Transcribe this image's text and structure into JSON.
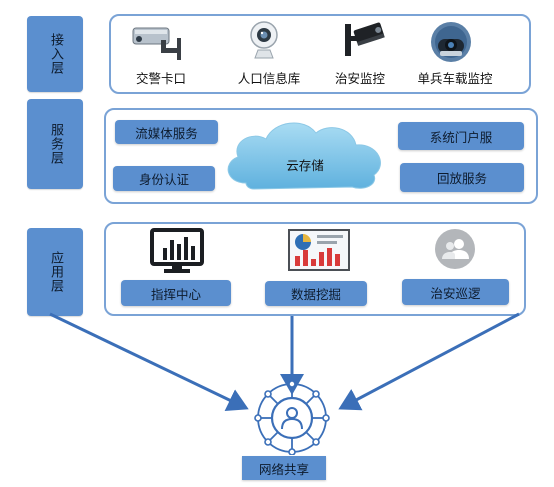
{
  "layers": {
    "access": "接入层",
    "service": "服务层",
    "application": "应用层"
  },
  "access_items": [
    {
      "label": "交警卡口",
      "icon": "traffic-camera-icon"
    },
    {
      "label": "人口信息库",
      "icon": "webcam-icon"
    },
    {
      "label": "治安监控",
      "icon": "cctv-camera-icon"
    },
    {
      "label": "单兵车载监控",
      "icon": "dome-camera-icon"
    }
  ],
  "service_items": {
    "streaming": "流媒体服务",
    "identity": "身份认证",
    "cloud": "云存储",
    "portal": "系统门户服",
    "playback": "回放服务"
  },
  "application_items": [
    {
      "label": "指挥中心",
      "icon": "monitor-chart-icon"
    },
    {
      "label": "数据挖掘",
      "icon": "analytics-board-icon"
    },
    {
      "label": "治安巡逻",
      "icon": "user-group-icon"
    }
  ],
  "network": {
    "label": "网络共享",
    "icon": "network-share-icon"
  },
  "colors": {
    "accent": "#5b8fcf",
    "frame": "#7aa3d6",
    "arrow": "#3b6fb8",
    "cloud": "#7fc4e8"
  }
}
